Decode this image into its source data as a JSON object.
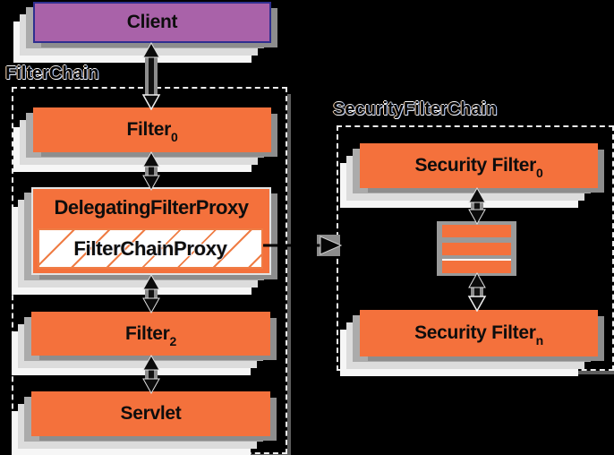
{
  "colors": {
    "bg": "#000000",
    "orange": "#f4713c",
    "purple": "#a962a9",
    "purple-border": "#2f2f8f",
    "shadow": "#8d8d8d",
    "card1": "#ababab",
    "card2": "#dcdcdc",
    "card3": "#f6f6f6",
    "dash": "#ececec",
    "dash-shadow": "#777777",
    "hatch": "#ef7d45"
  },
  "titles": {
    "filter_chain": "FilterChain",
    "security_filter_chain": "SecurityFilterChain"
  },
  "nodes": {
    "client": {
      "label": "Client"
    },
    "filter0": {
      "text": "Filter",
      "sub": "0"
    },
    "delegating_filter_proxy": {
      "label": "DelegatingFilterProxy"
    },
    "filter_chain_proxy": {
      "label": "FilterChainProxy"
    },
    "filter2": {
      "text": "Filter",
      "sub": "2"
    },
    "servlet": {
      "label": "Servlet"
    },
    "security_filter0": {
      "text": "Security Filter",
      "sub": "0"
    },
    "security_filtern": {
      "text": "Security Filter",
      "sub": "n"
    }
  }
}
